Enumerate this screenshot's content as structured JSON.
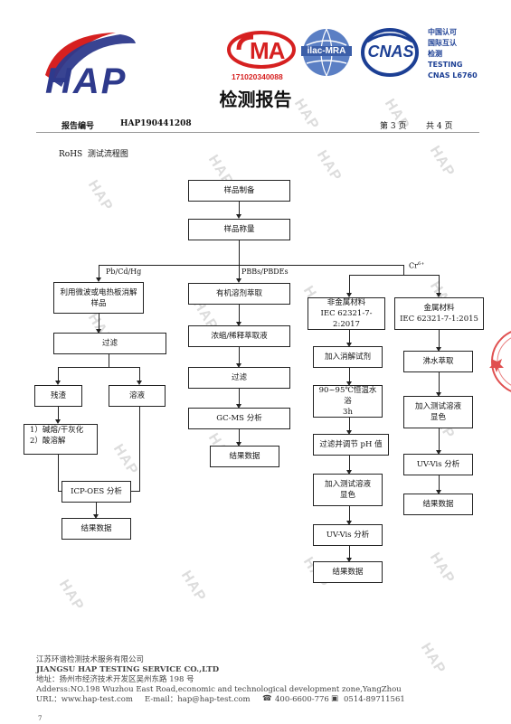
{
  "header": {
    "logo_text": "HAP",
    "cma_text": "MA",
    "cma_number": "171020340088",
    "ilac_text": "ilac-MRA",
    "cnas_text": "CNAS",
    "cnas_info": [
      "中国认可",
      "国际互认",
      "检测",
      "TESTING",
      "CNAS L6760"
    ],
    "title": "检测报告",
    "report_no_label": "报告编号",
    "report_no": "HAP190441208",
    "page_current": "第 3 页",
    "page_total": "共 4 页"
  },
  "section_title": "RoHS  测试流程图",
  "watermark": "HAP",
  "flow": {
    "prep": "样品制备",
    "weigh": "样品称量",
    "branch_labels": {
      "a": "Pb/Cd/Hg",
      "b": "PBBs/PBDEs",
      "c": "Cr6+"
    },
    "col_a": {
      "digest": [
        "利用微波或电热板消解",
        "样品"
      ],
      "filter": "过滤",
      "residue": "残渣",
      "solution": "溶液",
      "treat": [
        "1）碱熔/干灰化",
        "2）酸溶解"
      ],
      "icp": "ICP-OES 分析",
      "result": "结果数据"
    },
    "col_b": {
      "extract": "有机溶剂萃取",
      "conc": "浓缩/稀释萃取液",
      "filter": "过滤",
      "gcms": "GC-MS 分析",
      "result": "结果数据"
    },
    "col_c": {
      "nonmetal": [
        "非金属材料",
        "IEC 62321-7-2:2017"
      ],
      "add_digest": "加入消解试剂",
      "bath": [
        "90~95℃恒温水浴",
        "3h"
      ],
      "filter_ph": "过滤并调节 pH 值",
      "add_test": [
        "加入测试溶液",
        "显色"
      ],
      "uv": "UV-Vis 分析",
      "result": "结果数据"
    },
    "col_d": {
      "metal": [
        "金属材料",
        "IEC 62321-7-1:2015"
      ],
      "boil": "沸水萃取",
      "add_test": [
        "加入测试溶液",
        "显色"
      ],
      "uv": "UV-Vis 分析",
      "result": "结果数据"
    }
  },
  "footer": {
    "company_cn": "江苏环谱检测技术服务有限公司",
    "company_en": "JIANGSU HAP TESTING SERVICE CO.,LTD",
    "address_cn": "地址：扬州市经济技术开发区吴州东路 198 号",
    "address_en": "Adderss:NO.198 Wuzhou East Road,economic and technological development zone,YangZhou",
    "url": "URL：www.hap-test.com",
    "email": "E-mail：hap@hap-test.com",
    "tel": "400-6600-776",
    "fax": "0514-89711561",
    "page_num": "7"
  },
  "colors": {
    "brand_blue": "#2e3a8c",
    "brand_red": "#d62020",
    "cnas_blue": "#1c3f94"
  }
}
